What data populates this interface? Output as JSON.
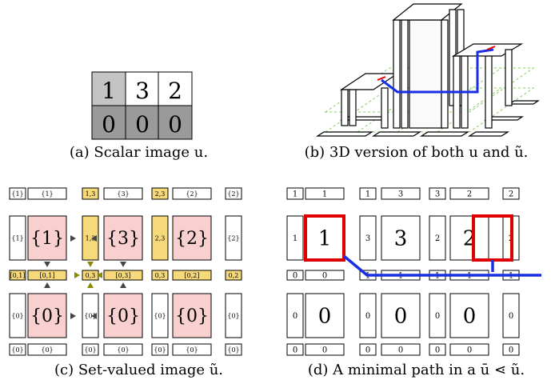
{
  "panel_a": {
    "grid": [
      [
        "1",
        "3",
        "2"
      ],
      [
        "0",
        "0",
        "0"
      ]
    ],
    "caption": "(a) Scalar image u."
  },
  "panel_b": {
    "caption": "(b) 3D version of both u and ũ."
  },
  "panel_c": {
    "caption": "(c) Set-valued image ũ.",
    "rows": [
      [
        "{1}",
        "{1}",
        "1,3",
        "{3}",
        "2,3",
        "{2}",
        "{2}"
      ],
      [
        "{1}",
        "{1}",
        "1,3",
        "{3}",
        "2,3",
        "{2}",
        "{2}"
      ],
      [
        "[0,1]",
        "[0,1]",
        "0,3",
        "[0,3]",
        "0,3",
        "[0,2]",
        "0,2"
      ],
      [
        "{0}",
        "{0}",
        "{0}",
        "{0}",
        "{0}",
        "{0}",
        "{0}"
      ],
      [
        "{0}",
        "{0}",
        "{0}",
        "{0}",
        "{0}",
        "{0}",
        "{0}"
      ]
    ]
  },
  "panel_d": {
    "caption": "(d) A minimal path in a ū ⋖ ũ.",
    "rows": [
      [
        "1",
        "1",
        "1",
        "3",
        "3",
        "2",
        "2"
      ],
      [
        "1",
        "1",
        "3",
        "3",
        "2",
        "2",
        "2"
      ],
      [
        "0",
        "0",
        "1",
        "1",
        "1",
        "1",
        "1"
      ],
      [
        "0",
        "0",
        "0",
        "0",
        "0",
        "0",
        "0"
      ],
      [
        "0",
        "0",
        "0",
        "0",
        "0",
        "0",
        "0"
      ]
    ]
  },
  "colors": {
    "pink": "#f8d0d0",
    "yellow": "#f5d97a",
    "red": "#e00000",
    "blue": "#1a2ee6",
    "gray_light": "#c0c0c0",
    "gray_dark": "#9a9a9a",
    "green_dash": "#88cc66",
    "olive": "#8a8a00"
  }
}
